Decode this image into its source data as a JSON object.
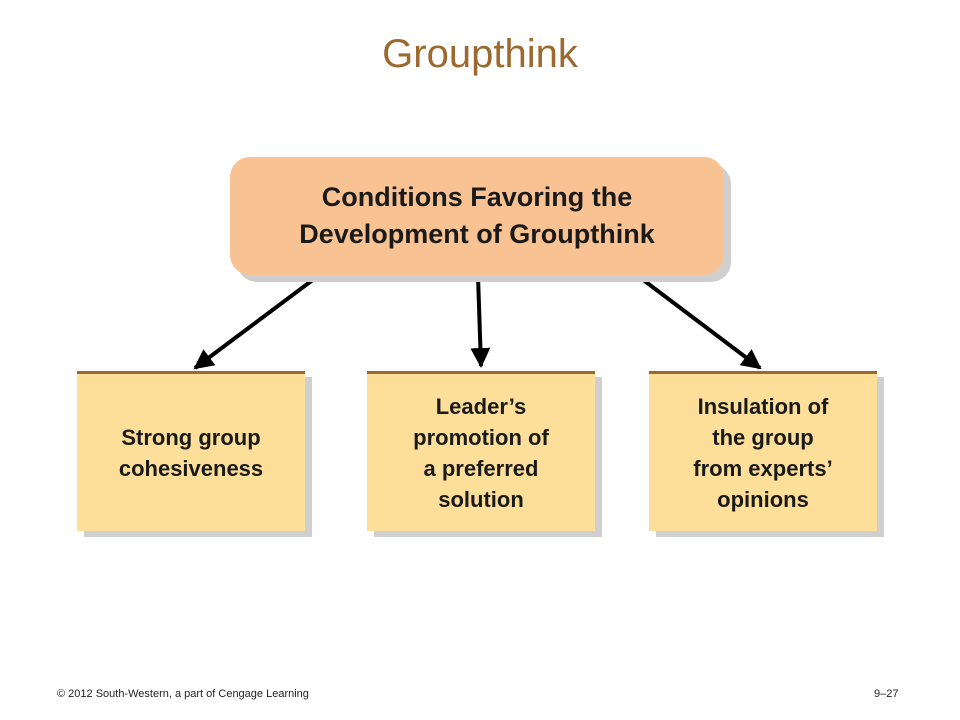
{
  "slide": {
    "title": "Groupthink"
  },
  "diagram": {
    "header": "Conditions Favoring the\nDevelopment of Groupthink",
    "conditions": [
      "Strong group\ncohesiveness",
      "Leader’s\npromotion of\na preferred\nsolution",
      "Insulation of\nthe group\nfrom experts’\nopinions"
    ]
  },
  "footer": {
    "copyright": "© 2012 South-Western, a part of Cengage Learning",
    "page_number": "9–27"
  },
  "colors": {
    "title": "#9c6a2e",
    "header_fill": "#f9c293",
    "condition_fill": "#fddf9a",
    "condition_border": "#9c6a2e",
    "shadow": "#cfcfcf",
    "arrow": "#000000"
  }
}
